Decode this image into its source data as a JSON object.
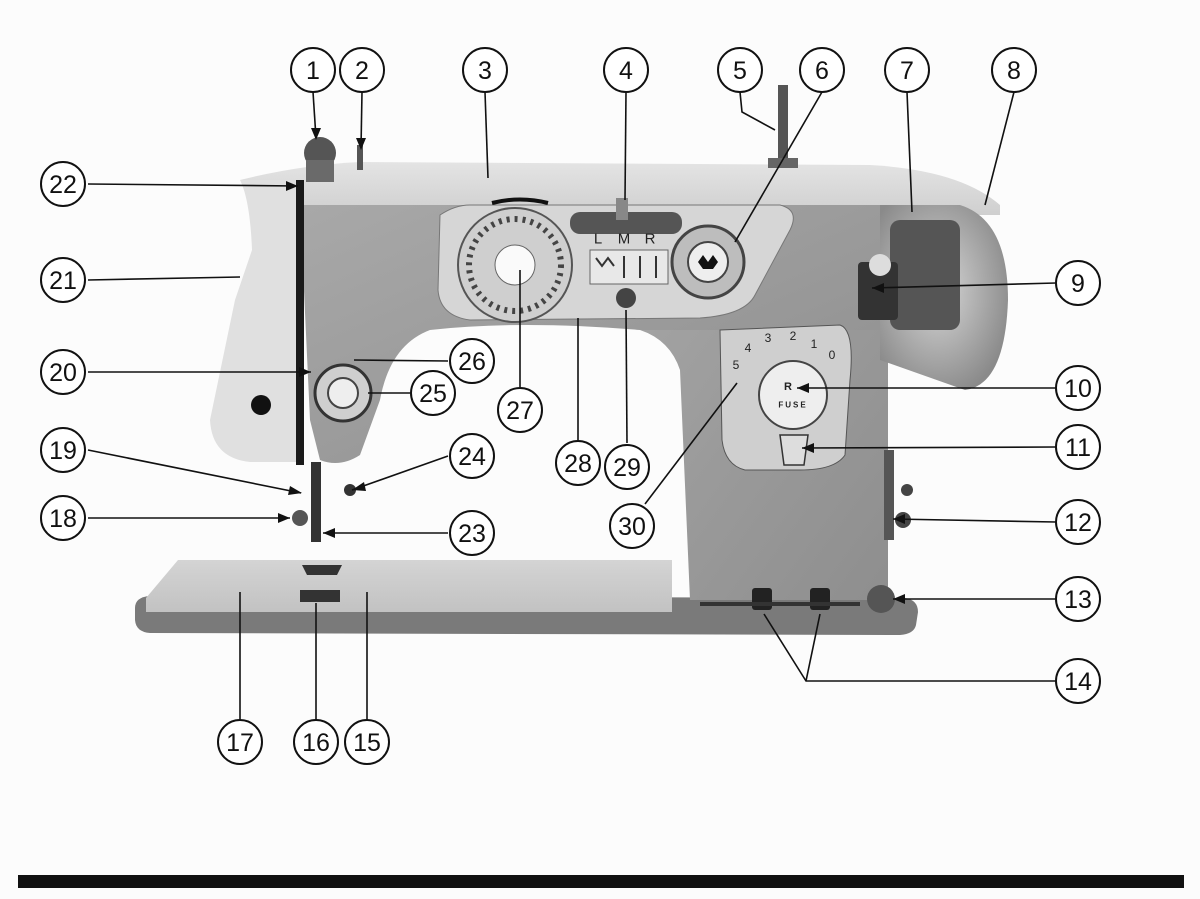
{
  "figure": {
    "type": "labeled product diagram",
    "subject": "sewing machine front view"
  },
  "selector_letters": [
    "L",
    "M",
    "R"
  ],
  "stitch_length_scale": [
    "5",
    "4",
    "3",
    "2",
    "1",
    "0"
  ],
  "reverse_lever_letter": "R",
  "fuse_label": "FUSE",
  "callouts": [
    {
      "id": "1",
      "label": "1"
    },
    {
      "id": "2",
      "label": "2"
    },
    {
      "id": "3",
      "label": "3"
    },
    {
      "id": "4",
      "label": "4"
    },
    {
      "id": "5",
      "label": "5"
    },
    {
      "id": "6",
      "label": "6"
    },
    {
      "id": "7",
      "label": "7"
    },
    {
      "id": "8",
      "label": "8"
    },
    {
      "id": "9",
      "label": "9"
    },
    {
      "id": "10",
      "label": "10"
    },
    {
      "id": "11",
      "label": "11"
    },
    {
      "id": "12",
      "label": "12"
    },
    {
      "id": "13",
      "label": "13"
    },
    {
      "id": "14",
      "label": "14"
    },
    {
      "id": "15",
      "label": "15"
    },
    {
      "id": "16",
      "label": "16"
    },
    {
      "id": "17",
      "label": "17"
    },
    {
      "id": "18",
      "label": "18"
    },
    {
      "id": "19",
      "label": "19"
    },
    {
      "id": "20",
      "label": "20"
    },
    {
      "id": "21",
      "label": "21"
    },
    {
      "id": "22",
      "label": "22"
    },
    {
      "id": "23",
      "label": "23"
    },
    {
      "id": "24",
      "label": "24"
    },
    {
      "id": "25",
      "label": "25"
    },
    {
      "id": "26",
      "label": "26"
    },
    {
      "id": "27",
      "label": "27"
    },
    {
      "id": "28",
      "label": "28"
    },
    {
      "id": "29",
      "label": "29"
    },
    {
      "id": "30",
      "label": "30"
    }
  ],
  "colors": {
    "body_light": "#dcdcdc",
    "panel_mid": "#9c9c9c",
    "base_dark": "#6e6e6e",
    "ink": "#111111"
  }
}
